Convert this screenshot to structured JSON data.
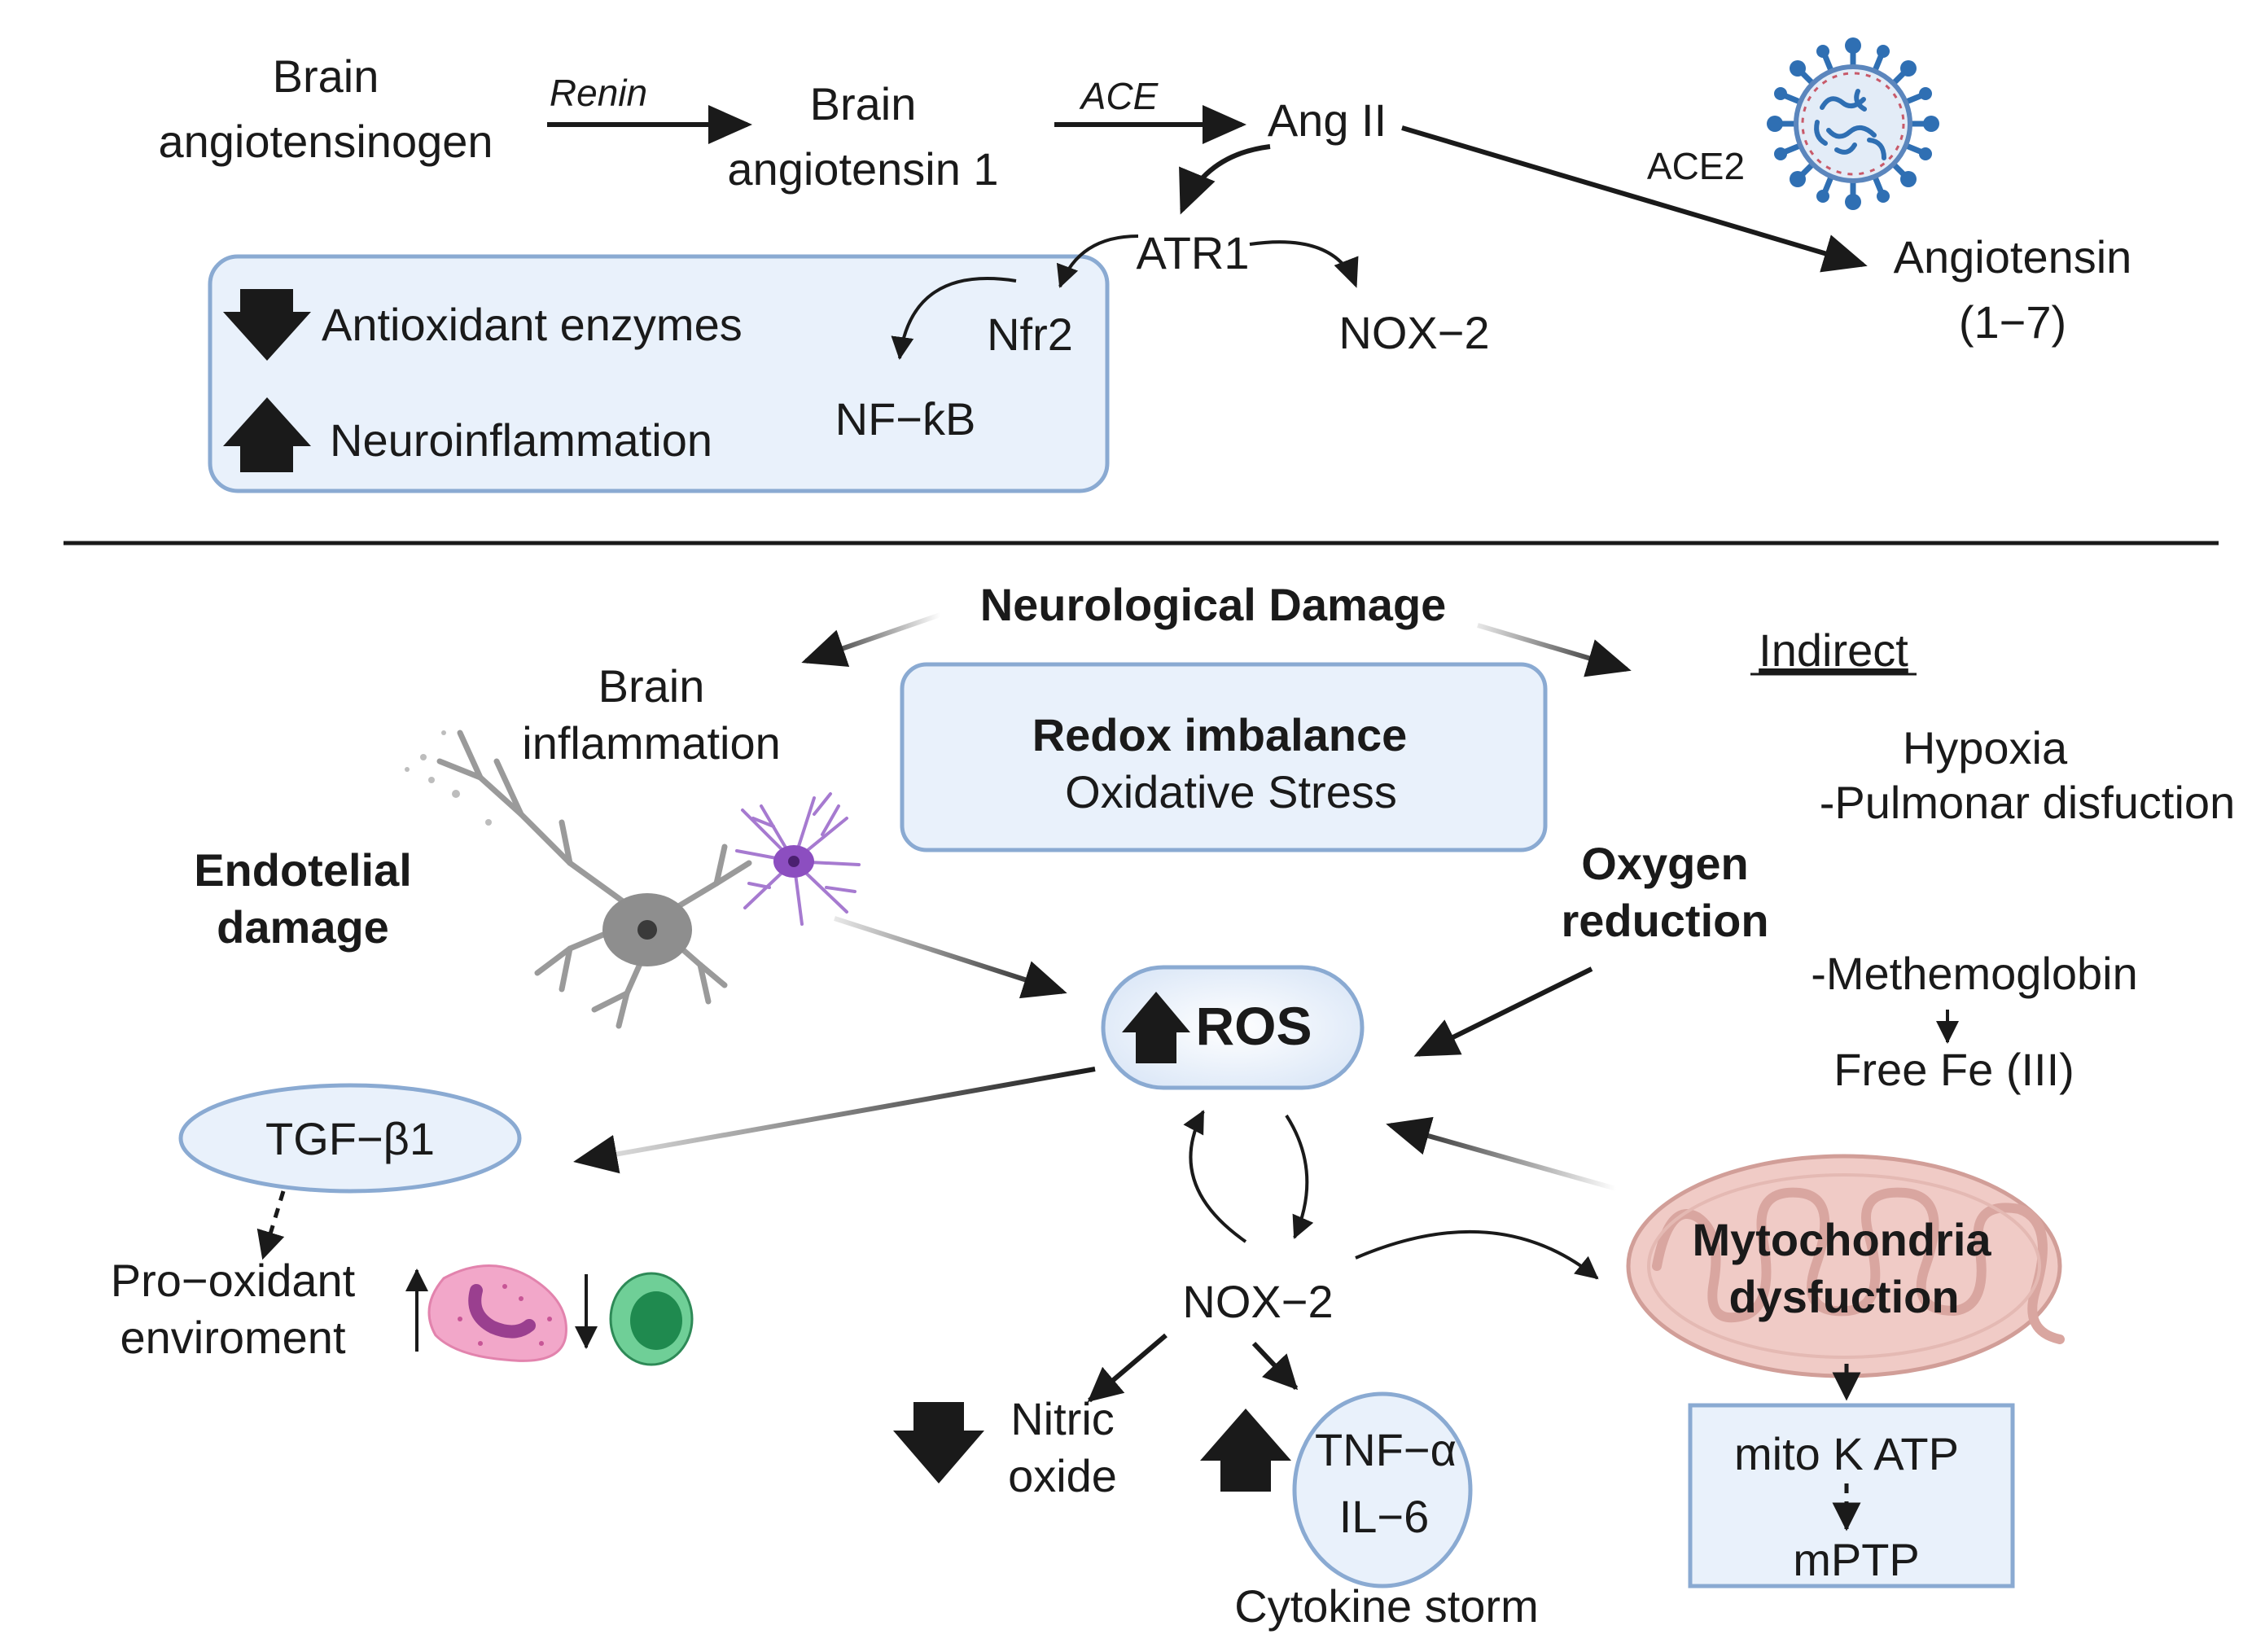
{
  "ras": {
    "angiotensinogen": [
      "Brain",
      "angiotensinogen"
    ],
    "renin": "Renin",
    "angiotensin1": [
      "Brain",
      "angiotensin 1"
    ],
    "ace": "ACE",
    "ang2": "Ang II",
    "ace2": "ACE2",
    "angiotensin17": [
      "Angiotensin",
      "(1−7)"
    ],
    "atr1": "ATR1",
    "nox2_top": "NOX−2",
    "nfr2": "Nfr2",
    "nfkb": "NF−ƙB",
    "antioxidant": "Antioxidant enzymes",
    "neuroinflammation": "Neuroinflammation"
  },
  "damage": {
    "title": "Neurological Damage",
    "brain_inflammation": [
      "Brain",
      "inflammation"
    ],
    "redox_title": "Redox imbalance",
    "redox_sub": "Oxidative Stress",
    "indirect": "Indirect",
    "hypoxia": [
      "Hypoxia",
      "-Pulmonar disfuction"
    ],
    "endotelial": [
      "Endotelial",
      "damage"
    ],
    "oxygen": [
      "Oxygen",
      "reduction"
    ],
    "methemoglobin": "-Methemoglobin",
    "free_fe": "Free  Fe (III)",
    "ros": "ROS",
    "tgf": "TGF−β1",
    "pro_oxidant": [
      "Pro−oxidant",
      "enviroment"
    ],
    "nox2": "NOX−2",
    "mito": [
      "Mytochondria",
      "dysfuction"
    ],
    "nitric": [
      "Nitric",
      "oxide"
    ],
    "cytokines": [
      "TNF−α",
      "IL−6"
    ],
    "cytokine_storm": "Cytokine storm",
    "mitokatp": "mito K ATP",
    "mptp": "mPTP"
  },
  "colors": {
    "box_fill": "#e9f1fb",
    "box_stroke": "#8aaad2",
    "virus": "#2f6fb3",
    "mito_fill": "#ecc6c2",
    "neutrophil": "#f2a7c9",
    "lymphocyte": "#3fb97a"
  },
  "icons": [
    "virus-icon",
    "neuron-icon",
    "microglia-icon",
    "mitochondria-icon",
    "neutrophil-icon",
    "lymphocyte-icon",
    "up-arrow-icon",
    "down-arrow-icon"
  ]
}
